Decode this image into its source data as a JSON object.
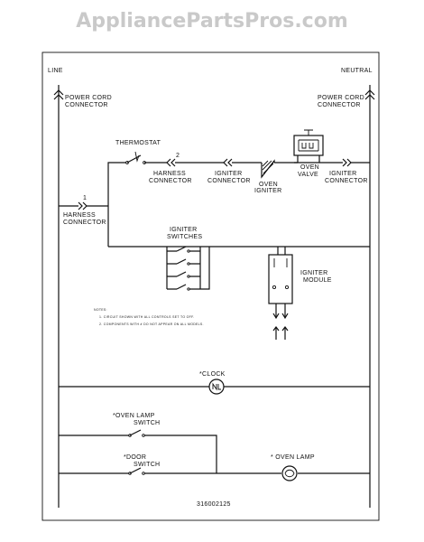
{
  "watermark": "AppliancePartsPros.com",
  "labels": {
    "line": "LINE",
    "neutral": "NEUTRAL",
    "pcc_left_1": "POWER CORD",
    "pcc_left_2": "CONNECTOR",
    "pcc_right_1": "POWER CORD",
    "pcc_right_2": "CONNECTOR",
    "thermostat": "THERMOSTAT",
    "thermostat_pin": "2",
    "harness_top_1": "HARNESS",
    "harness_top_2": "CONNECTOR",
    "igniter_conn_mid_1": "IGNITER",
    "igniter_conn_mid_2": "CONNECTOR",
    "oven_igniter_1": "OVEN",
    "oven_igniter_2": "IGNITER",
    "oven_valve_1": "OVEN",
    "oven_valve_2": "VALVE",
    "igniter_conn_right_1": "IGNITER",
    "igniter_conn_right_2": "CONNECTOR",
    "harness_left_pin": "1",
    "harness_left_1": "HARNESS",
    "harness_left_2": "CONNECTOR",
    "igniter_switches_1": "IGNITER",
    "igniter_switches_2": "SWITCHES",
    "igniter_module_1": "IGNITER",
    "igniter_module_2": "MODULE",
    "notes_title": "NOTES:",
    "note_1": "1. CIRCUIT SHOWN WITH ALL CONTROLS SET TO OFF.",
    "note_2": "2. COMPONENTS WITH # DO NOT APPEAR ON ALL MODELS.",
    "clock": "*CLOCK",
    "oven_lamp_switch_1": "*OVEN LAMP",
    "oven_lamp_switch_2": "SWITCH",
    "door_switch_1": "*DOOR",
    "door_switch_2": "SWITCH",
    "oven_lamp": "* OVEN LAMP",
    "part_number": "316002125"
  }
}
